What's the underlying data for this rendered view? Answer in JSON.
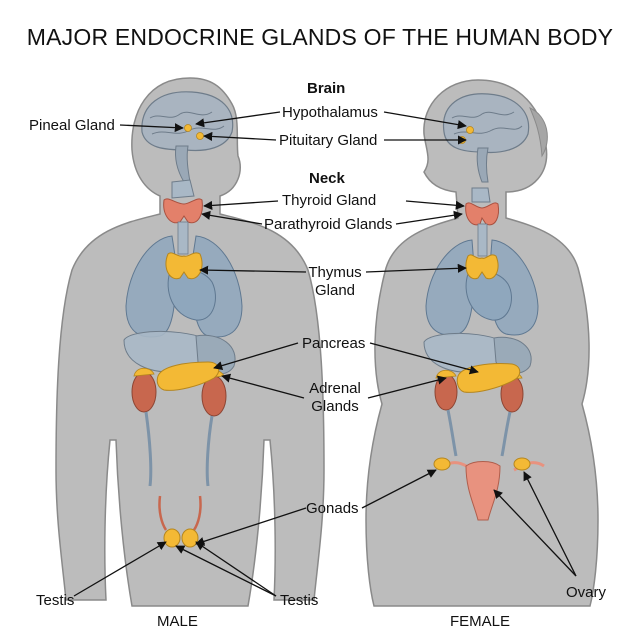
{
  "title": "MAJOR ENDOCRINE GLANDS OF THE HUMAN BODY",
  "sections": {
    "brain": "Brain",
    "neck": "Neck"
  },
  "labels": {
    "pineal": "Pineal Gland",
    "hypothalamus": "Hypothalamus",
    "pituitary": "Pituitary Gland",
    "thyroid": "Thyroid Gland",
    "parathyroid": "Parathyroid Glands",
    "thymus_line1": "Thymus",
    "thymus_line2": "Gland",
    "pancreas": "Pancreas",
    "adrenal_line1": "Adrenal",
    "adrenal_line2": "Glands",
    "gonads": "Gonads",
    "testis_left": "Testis",
    "testis_right": "Testis",
    "ovary": "Ovary"
  },
  "figures": {
    "male": "MALE",
    "female": "FEMALE"
  },
  "colors": {
    "body": "#bcbcbc",
    "body_outline": "#8a8a8a",
    "organ_blue": "#8fa7bd",
    "brain": "#a9b4c0",
    "gland_yellow": "#f3b935",
    "thyroid_red": "#e3806a",
    "kidney": "#c8674e",
    "uterus": "#e8927f"
  }
}
